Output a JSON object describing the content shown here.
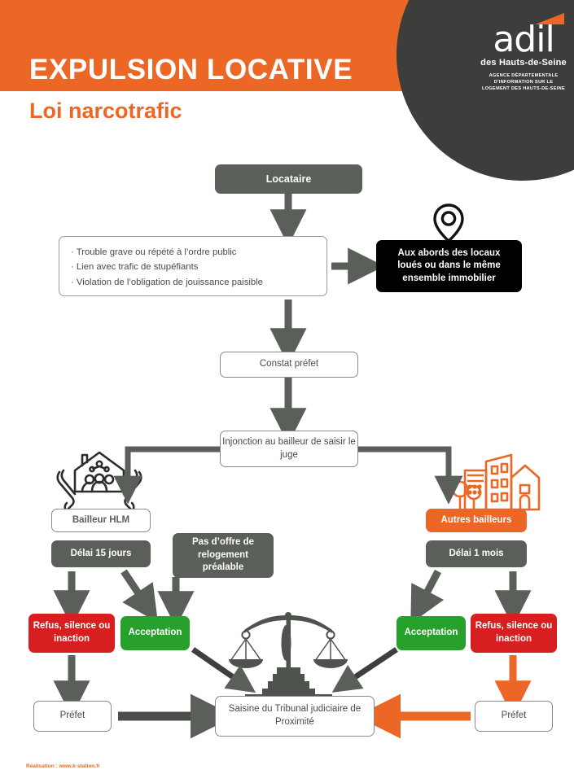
{
  "header": {
    "title": "EXPULSION LOCATIVE",
    "subtitle": "Loi narcotrafic",
    "logo": {
      "name": "adil",
      "region": "des Hauts-de-Seine",
      "tagline_line1": "AGENCE DÉPARTEMENTALE",
      "tagline_line2": "D'INFORMATION SUR LE",
      "tagline_line3": "LOGEMENT DES HAUTS-DE-SEINE"
    }
  },
  "flow": {
    "tenant": "Locataire",
    "conditions": [
      "· Trouble grave ou répété à l’ordre public",
      "· Lien avec trafic de stupéfiants",
      "· Violation de l’obligation de jouissance paisible"
    ],
    "location_scope": "Aux abords des locaux loués ou dans le même ensemble immobilier",
    "prefect_finding": "Constat préfet",
    "injunction": "Injonction au bailleur de saisir le juge",
    "left_branch": {
      "landlord": "Bailleur HLM",
      "delay": "Délai 15 jours",
      "refusal": "Refus, silence ou inaction",
      "acceptance": "Acceptation",
      "prefect": "Préfet"
    },
    "middle_note": "Pas d’offre de relogement préalable",
    "right_branch": {
      "landlord": "Autres bailleurs",
      "delay": "Délai 1 mois",
      "acceptance": "Acceptation",
      "refusal": "Refus, silence ou inaction",
      "prefect": "Préfet"
    },
    "court": "Saisine du Tribunal judiciaire de Proximité"
  },
  "footer": {
    "credit": "Réalisation : www.k-station.fr"
  },
  "colors": {
    "brand_orange": "#ec6726",
    "dark_grey": "#5b5f59",
    "header_dark": "#3b3e3a",
    "red": "#d81f20",
    "green": "#27a12c",
    "black": "#000000"
  },
  "icons": {
    "map_pin": "map-pin-icon",
    "house_hands": "house-in-hands-icon",
    "buildings": "buildings-icon",
    "scales": "scales-of-justice-icon"
  }
}
